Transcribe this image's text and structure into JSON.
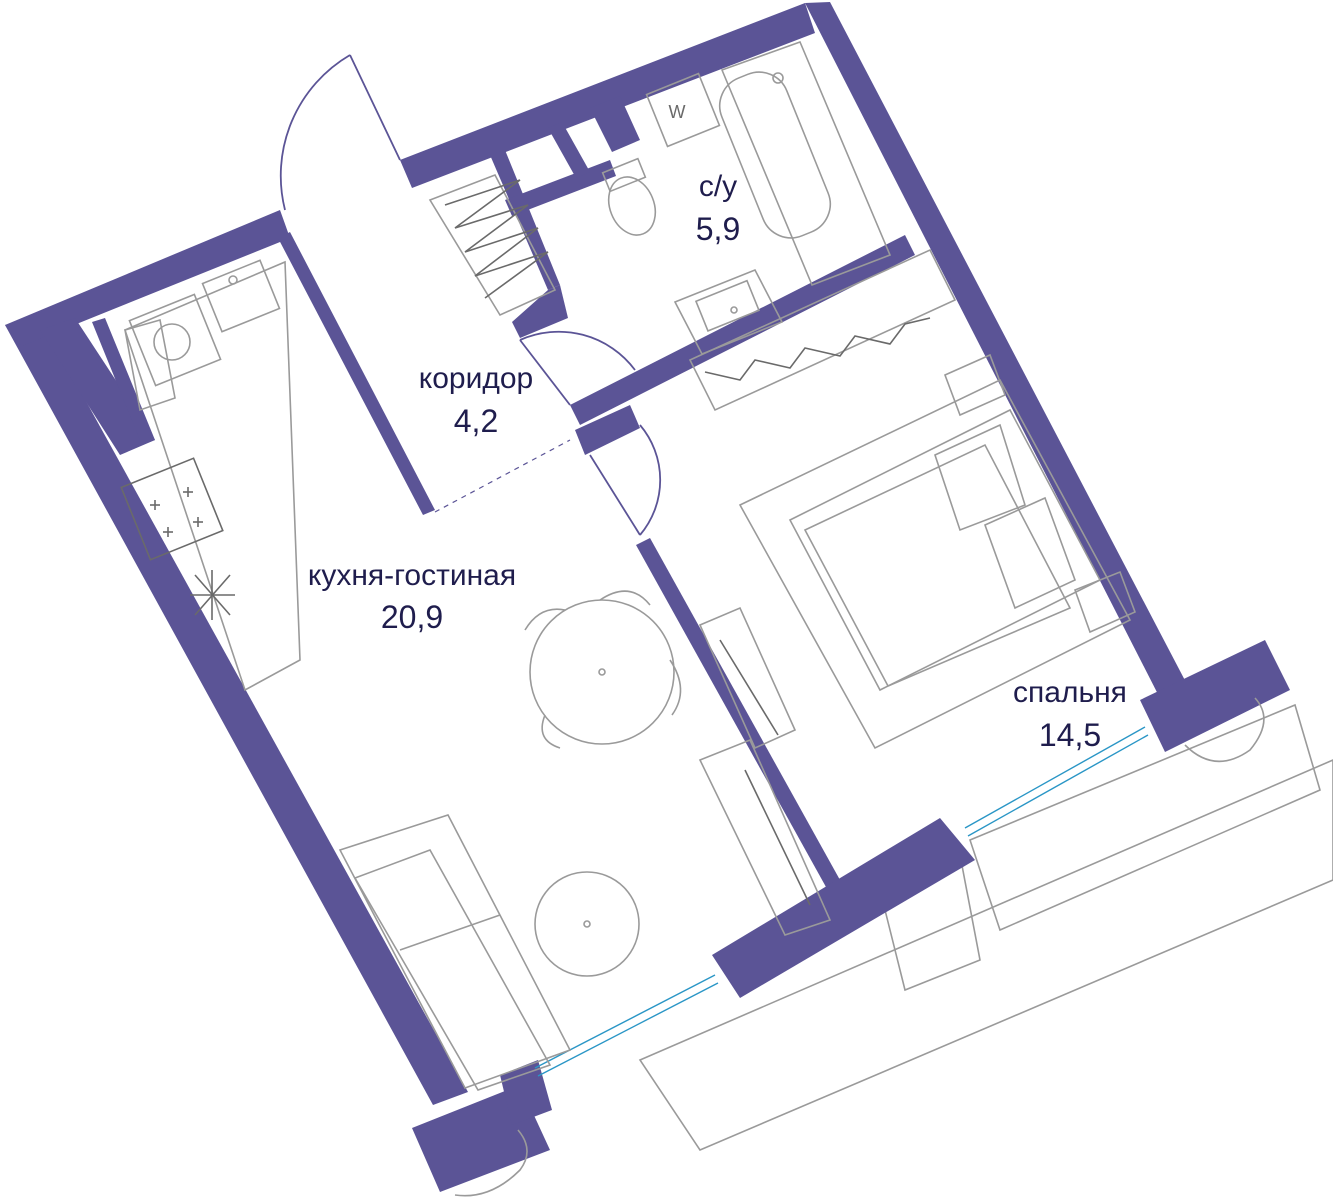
{
  "rooms": {
    "corridor": {
      "name": "коридор",
      "area": "4,2"
    },
    "bathroom": {
      "name": "с/у",
      "area": "5,9"
    },
    "kitchen_living": {
      "name": "кухня-гостиная",
      "area": "20,9"
    },
    "bedroom": {
      "name": "спальня",
      "area": "14,5"
    }
  },
  "appliances": {
    "washer_mark": "W"
  },
  "colors": {
    "wall": "#5b5496",
    "text": "#1f1d4d",
    "furniture": "#9a9a9a",
    "glass": "#2a96c6"
  }
}
